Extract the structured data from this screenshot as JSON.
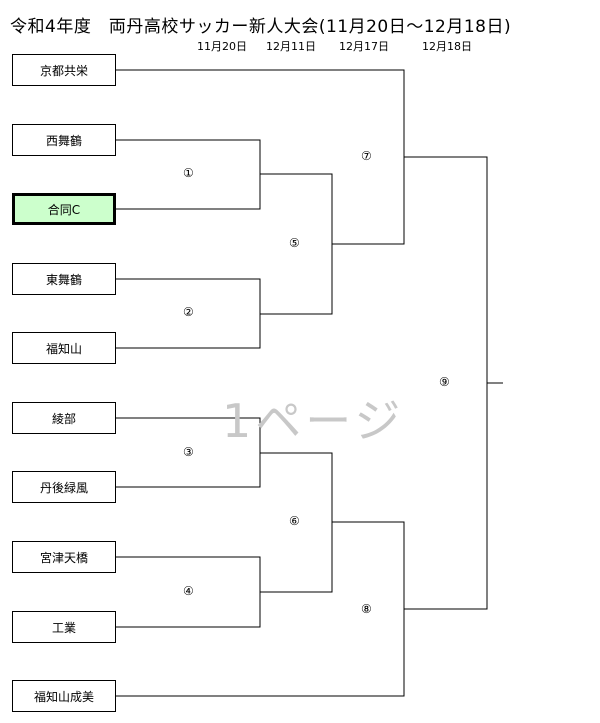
{
  "title": "令和4年度　両丹高校サッカー新人大会(11月20日～12月18日)",
  "round_dates": [
    "11月20日",
    "12月11日",
    "12月17日",
    "12月18日"
  ],
  "teams": [
    "京都共栄",
    "西舞鶴",
    "合同C",
    "東舞鶴",
    "福知山",
    "綾部",
    "丹後緑風",
    "宮津天橋",
    "工業",
    "福知山成美"
  ],
  "highlighted_team": "合同C",
  "matches": [
    "①",
    "②",
    "③",
    "④",
    "⑤",
    "⑥",
    "⑦",
    "⑧",
    "⑨"
  ],
  "watermark": "1ページ"
}
